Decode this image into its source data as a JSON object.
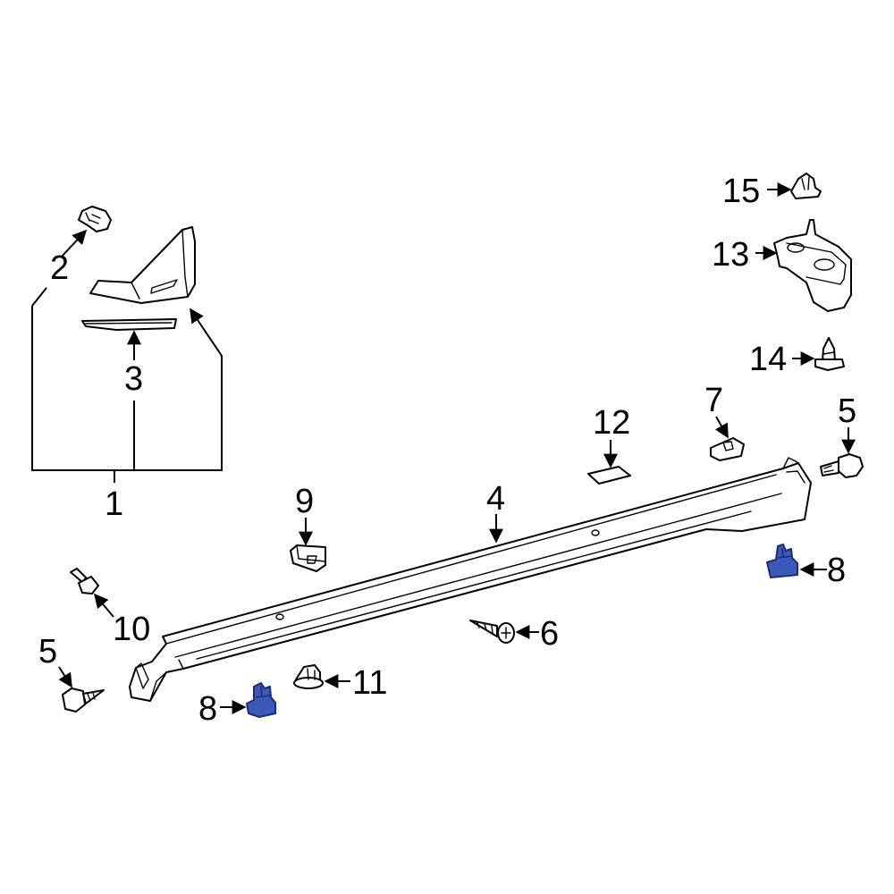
{
  "callouts": {
    "c1": "1",
    "c2": "2",
    "c3": "3",
    "c4": "4",
    "c5a": "5",
    "c5b": "5",
    "c6": "6",
    "c7": "7",
    "c8a": "8",
    "c8b": "8",
    "c9": "9",
    "c10": "10",
    "c11": "11",
    "c12": "12",
    "c13": "13",
    "c14": "14",
    "c15": "15"
  },
  "colors": {
    "line": "#000000",
    "highlight_fill": "#3a59b8",
    "highlight_stroke": "#1a2c73"
  }
}
